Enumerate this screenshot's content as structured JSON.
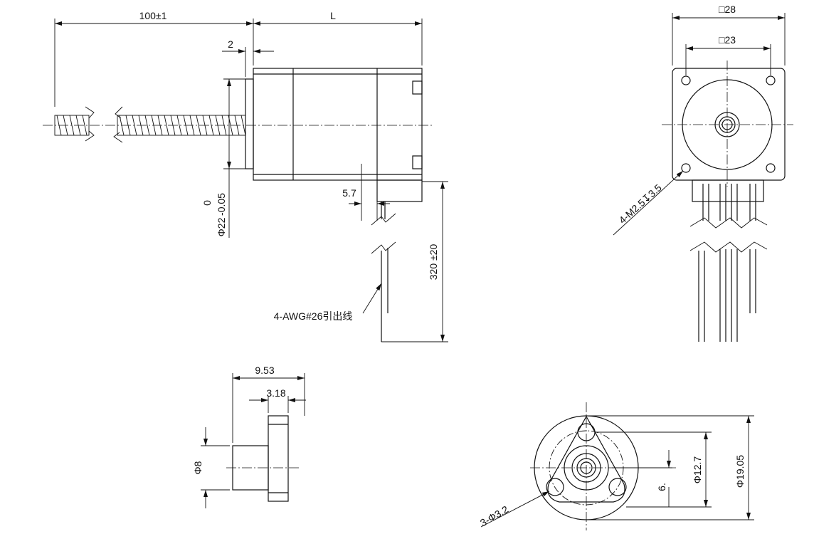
{
  "side_view": {
    "length_total": "100±1",
    "length_body": "L",
    "flange_offset": "2",
    "shaft_diameter_tol": "0",
    "shaft_diameter_tol2": "-0.05",
    "shaft_diameter": "Φ22",
    "lead_offset": "5.7",
    "lead_length": "320 ±20",
    "lead_spec": "4-AWG#26引出线"
  },
  "front_view": {
    "outer_square": "□28",
    "hole_square": "□23",
    "hole_spec": "4-M2.5↧3.5"
  },
  "nut_side": {
    "length": "9.53",
    "flange_thickness": "3.18",
    "diameter": "Φ8"
  },
  "nut_front": {
    "holes": "3-Φ3.2",
    "pcd": "Φ12.7",
    "outer": "Φ19.05",
    "offset": "6."
  }
}
